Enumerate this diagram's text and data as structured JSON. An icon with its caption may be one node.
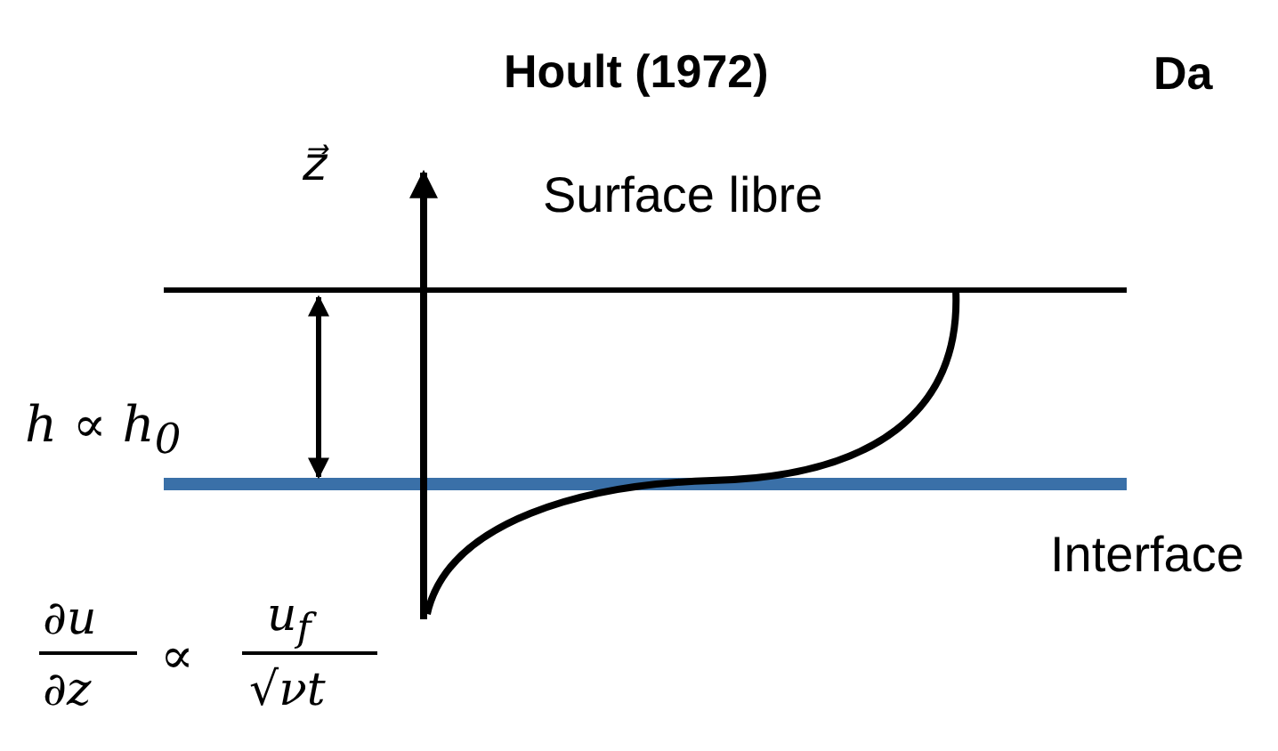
{
  "diagram": {
    "title": "Hoult (1972)",
    "labels": [
      "Da",
      "z⃗",
      "Surface libre",
      "h ∝ h$_{0}$",
      "∂u",
      "u$_{f}$",
      "∝",
      "∂z",
      "√νt",
      "Interface"
    ]
  }
}
